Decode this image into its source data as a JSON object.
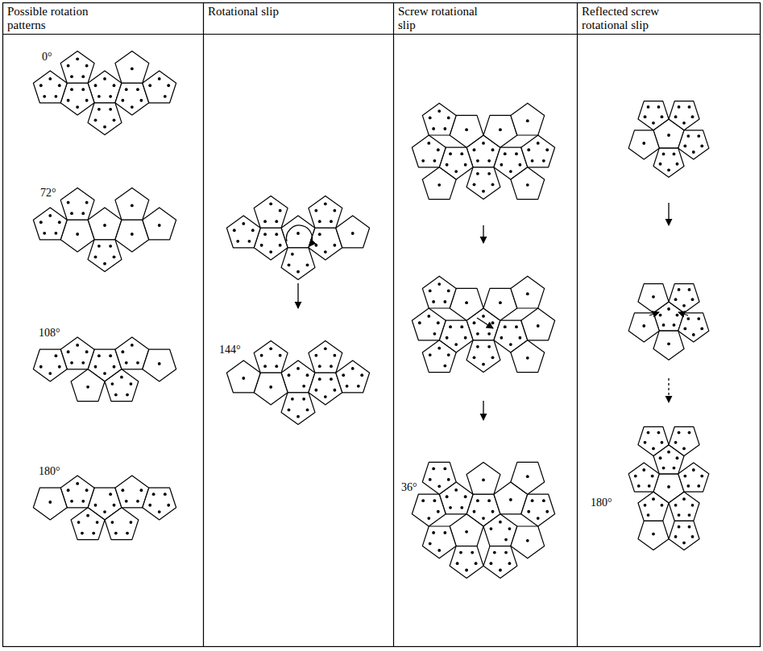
{
  "diagram": {
    "nodes": [
      {
        "text": [
          "Possible rotation patterns"
        ]
      },
      {
        "text": [
          "Rotational slip"
        ]
      },
      {
        "text": [
          "Screw rotational slip"
        ]
      },
      {
        "text": [
          "Reflected screw rotational slip"
        ]
      }
    ],
    "labels": [
      "0°",
      "72°",
      "108°",
      "180°",
      "144°",
      "36°",
      "180°"
    ]
  }
}
